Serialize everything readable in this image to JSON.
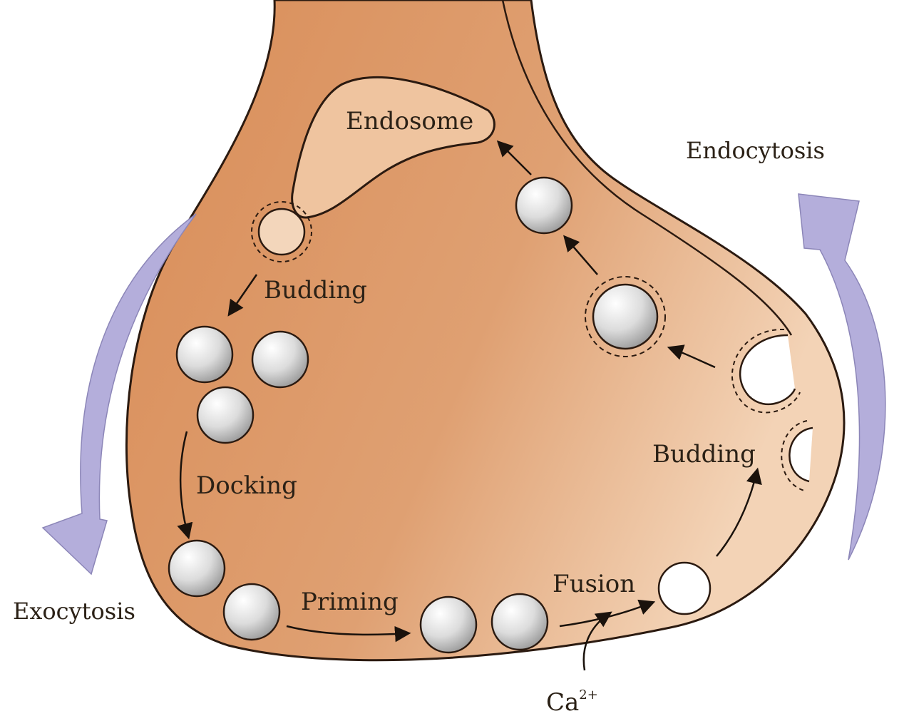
{
  "labels": {
    "endosome": "Endosome",
    "endocytosis": "Endocytosis",
    "exocytosis": "Exocytosis",
    "budding_left": "Budding",
    "budding_right": "Budding",
    "docking": "Docking",
    "priming": "Priming",
    "fusion": "Fusion",
    "calcium": "Ca",
    "calcium_charge": "2+"
  },
  "colors": {
    "terminal_fill": "#d9925f",
    "terminal_light": "#f2cfae",
    "endosome_fill": "#efc49f",
    "outline": "#2b1a10",
    "vesicle_fill": "#d8d8d8",
    "vesicle_highlight": "#ffffff",
    "cycle_arrow": "#b4aedb",
    "background": "#ffffff"
  },
  "icons": {
    "vesicle": "vesicle-circle",
    "coated_vesicle": "clathrin-coated-vesicle",
    "flow_arrow": "arrow-head",
    "cycle_arrow": "curved-block-arrow"
  }
}
